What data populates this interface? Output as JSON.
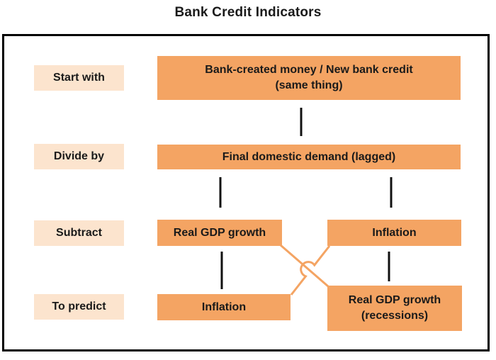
{
  "title": "Bank Credit Indicators",
  "row_labels": {
    "start_with": "Start with",
    "divide_by": "Divide by",
    "subtract": "Subtract",
    "to_predict": "To predict"
  },
  "boxes": {
    "bank_money_line1": "Bank-created money / New bank credit",
    "bank_money_line2": "(same thing)",
    "final_demand": "Final domestic demand (lagged)",
    "real_gdp_growth": "Real GDP growth",
    "inflation_subtract": "Inflation",
    "inflation_predict": "Inflation",
    "real_gdp_recessions_line1": "Real GDP growth",
    "real_gdp_recessions_line2": "(recessions)"
  },
  "colors": {
    "box_orange": "#F4A463",
    "label_peach": "#FCE4CE",
    "connector_orange": "#F4A463",
    "line_black": "#111111",
    "frame_border": "#000000",
    "text": "#1A1A1A"
  }
}
